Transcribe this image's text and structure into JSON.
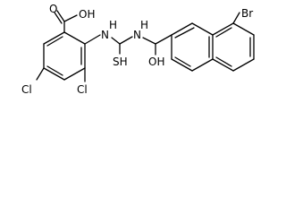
{
  "molecule": {
    "labels": {
      "carboxyl_oh": "OH",
      "carboxyl_o": "O",
      "nh_1": "N",
      "nh_1_h": "H",
      "nh_2": "N",
      "nh_2_h": "H",
      "thio_sh": "SH",
      "amide_oh": "OH",
      "cl_left": "Cl",
      "cl_right": "Cl",
      "br": "Br"
    }
  }
}
